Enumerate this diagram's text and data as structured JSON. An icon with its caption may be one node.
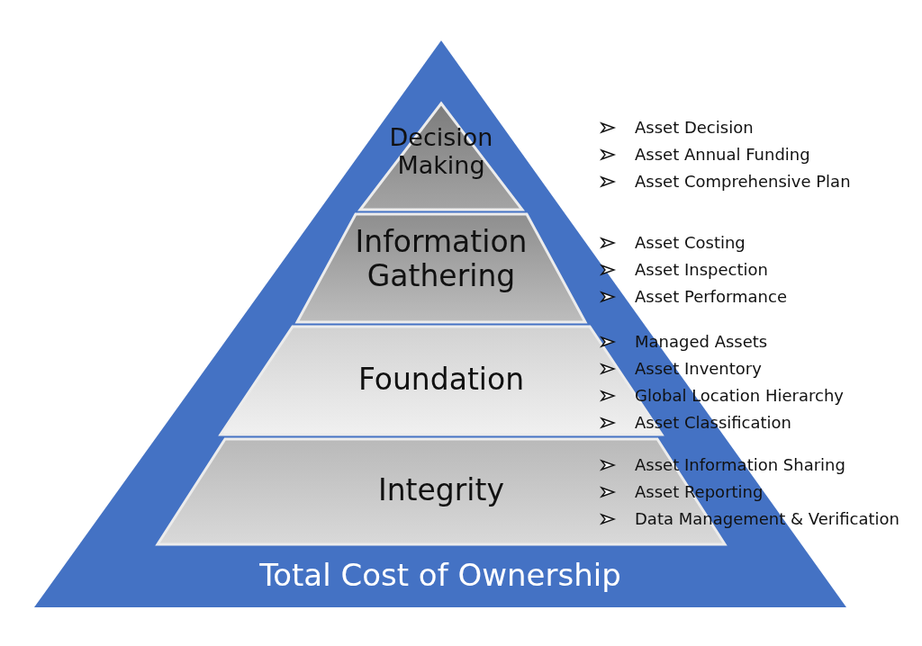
{
  "diagram": {
    "nodes": [
      {
        "text": [
          "Total Cost of Ownership"
        ]
      },
      {
        "text": [
          "Decision Making"
        ],
        "in": 0,
        "beside": [
          "Asset Decision",
          "Asset Annual Funding",
          "Asset Comprehensive Plan"
        ]
      },
      {
        "text": [
          "Information Gathering"
        ],
        "in": 0,
        "beside": [
          "Asset Costing",
          "Asset Inspection",
          "Asset Performance"
        ]
      },
      {
        "text": [
          "Foundation"
        ],
        "in": 0,
        "beside": [
          "Managed Assets",
          "Asset Inventory",
          "Global Location Hierarchy",
          "Asset Classification"
        ]
      },
      {
        "text": [
          "Integrity"
        ],
        "in": 0,
        "beside": [
          "Asset Information Sharing",
          "Asset Reporting",
          "Data Management & Verification"
        ]
      }
    ],
    "edges": []
  }
}
